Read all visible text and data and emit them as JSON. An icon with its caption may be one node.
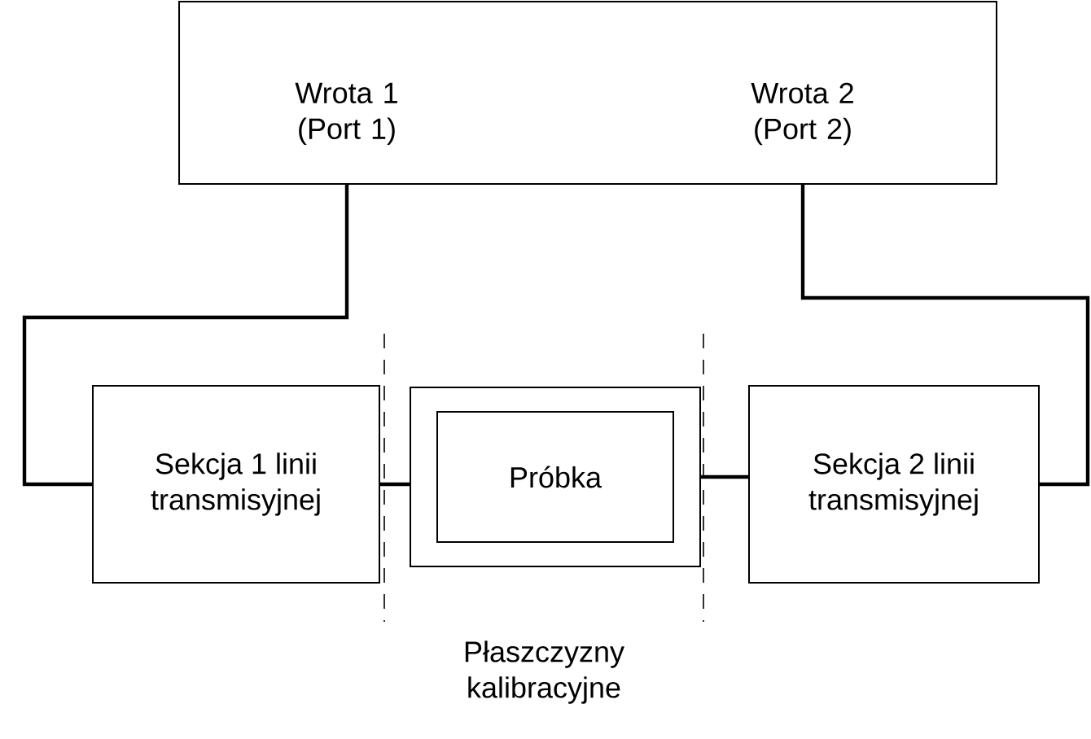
{
  "diagram": {
    "nodes": [
      {
        "text": [
          "Wrota 1 (Port 1)",
          "Wrota 2 (Port 2)"
        ]
      },
      {
        "text": [
          "Sekcja 1 linii transmisyjnej"
        ]
      },
      {
        "text": [],
        "shape": "box"
      },
      {
        "text": [
          "Próbka"
        ],
        "in": 2
      },
      {
        "text": [
          "Sekcja 2 linii transmisyjnej"
        ]
      }
    ],
    "edges": [
      {
        "from": 0,
        "to": 1,
        "arrow": "none"
      },
      {
        "from": 1,
        "to": 2,
        "arrow": "none"
      },
      {
        "from": 2,
        "to": 4,
        "arrow": "none"
      },
      {
        "from": 0,
        "to": 4,
        "arrow": "none"
      }
    ],
    "labels": [
      "Płaszczyzny kalibracyjne"
    ]
  }
}
